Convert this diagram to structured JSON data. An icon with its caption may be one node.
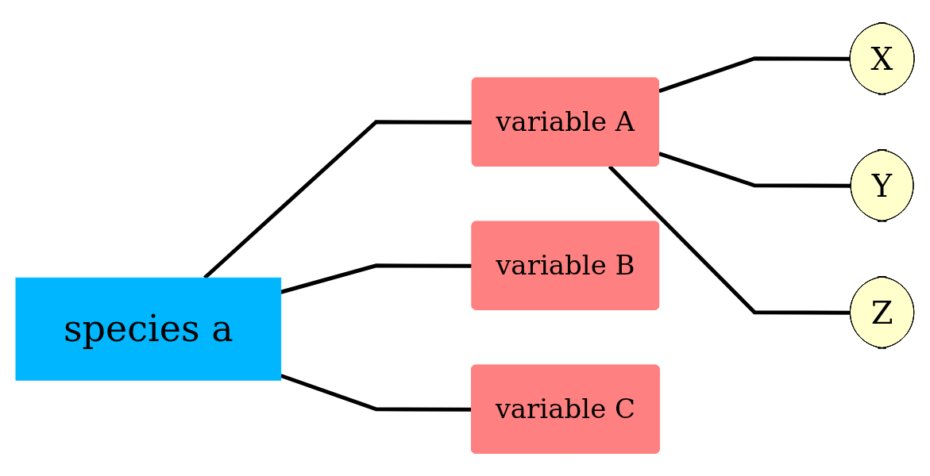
{
  "diagram": {
    "nodes": [
      {
        "text": [
          "species a"
        ]
      },
      {
        "text": [
          "variable A"
        ]
      },
      {
        "text": [
          "variable B"
        ]
      },
      {
        "text": [
          "variable C"
        ]
      },
      {
        "text": [
          "X"
        ]
      },
      {
        "text": [
          "Y"
        ]
      },
      {
        "text": [
          "Z"
        ]
      }
    ],
    "edges": [
      {
        "from": 0,
        "to": 1,
        "arrow": "none"
      },
      {
        "from": 0,
        "to": 2,
        "arrow": "none"
      },
      {
        "from": 0,
        "to": 3,
        "arrow": "none"
      },
      {
        "from": 1,
        "to": 4,
        "arrow": "none"
      },
      {
        "from": 1,
        "to": 5,
        "arrow": "none"
      },
      {
        "from": 1,
        "to": 6,
        "arrow": "none"
      }
    ]
  }
}
